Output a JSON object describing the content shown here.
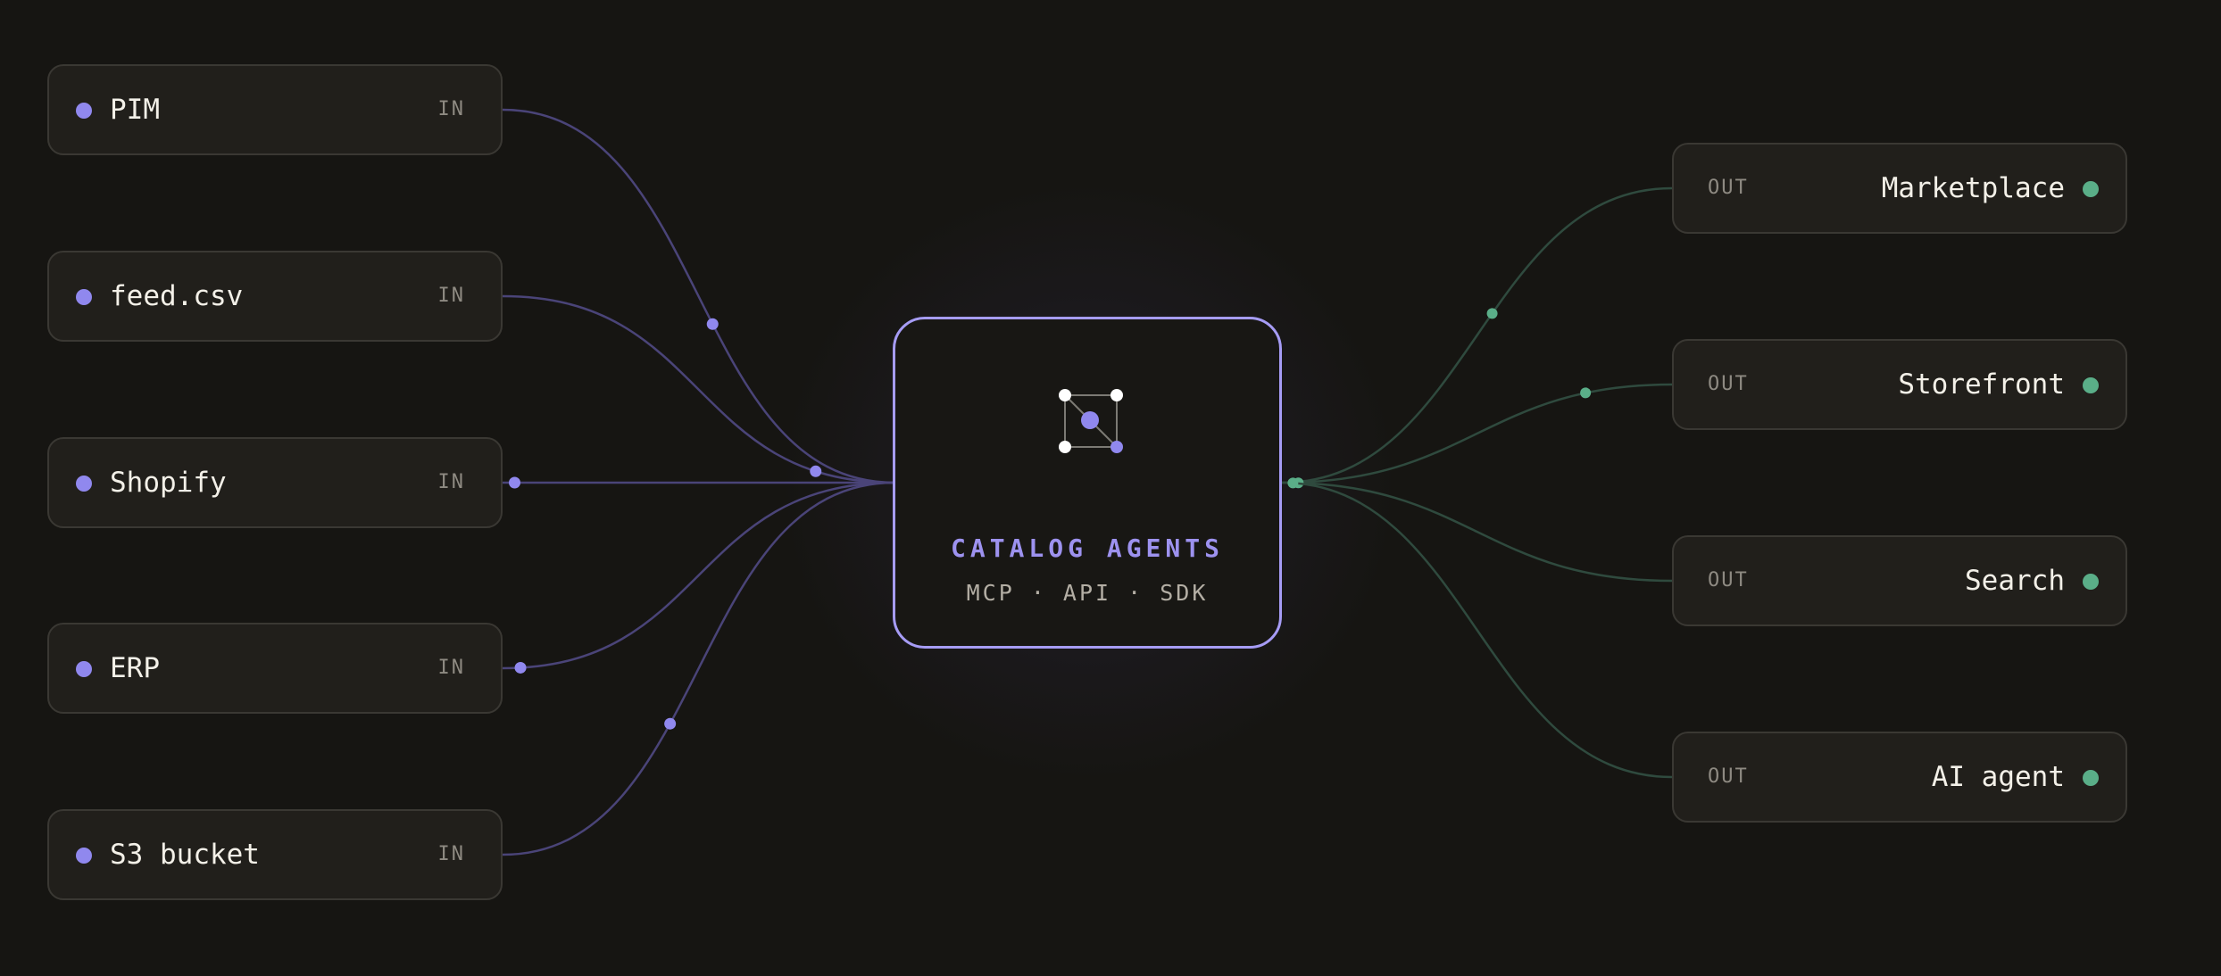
{
  "colors": {
    "background": "#161512",
    "node_fill": "#211f1b",
    "node_border": "#3a3833",
    "input_accent": "#9088ee",
    "output_accent": "#5aae88",
    "hub_border": "#a69cf5",
    "hub_title": "#9d92ef",
    "input_wire": "#4a4478",
    "output_wire": "#2f4a3e"
  },
  "hub": {
    "title": "CATALOG AGENTS",
    "subtitle": "MCP · API · SDK",
    "icon": "network-graph-icon"
  },
  "inputs": [
    {
      "label": "PIM",
      "direction": "IN",
      "pulse_progress": 0.55
    },
    {
      "label": "feed.csv",
      "direction": "IN",
      "pulse_progress": 0.85
    },
    {
      "label": "Shopify",
      "direction": "IN",
      "pulse_progress": 0.02
    },
    {
      "label": "ERP",
      "direction": "IN",
      "pulse_progress": 0.03
    },
    {
      "label": "S3 bucket",
      "direction": "IN",
      "pulse_progress": 0.4
    }
  ],
  "outputs": [
    {
      "label": "Marketplace",
      "direction": "OUT",
      "pulse_progress": 0.55
    },
    {
      "label": "Storefront",
      "direction": "OUT",
      "pulse_progress": 0.82
    },
    {
      "label": "Search",
      "direction": "OUT",
      "pulse_progress": 0.03
    },
    {
      "label": "AI agent",
      "direction": "OUT",
      "pulse_progress": 0.02
    }
  ]
}
